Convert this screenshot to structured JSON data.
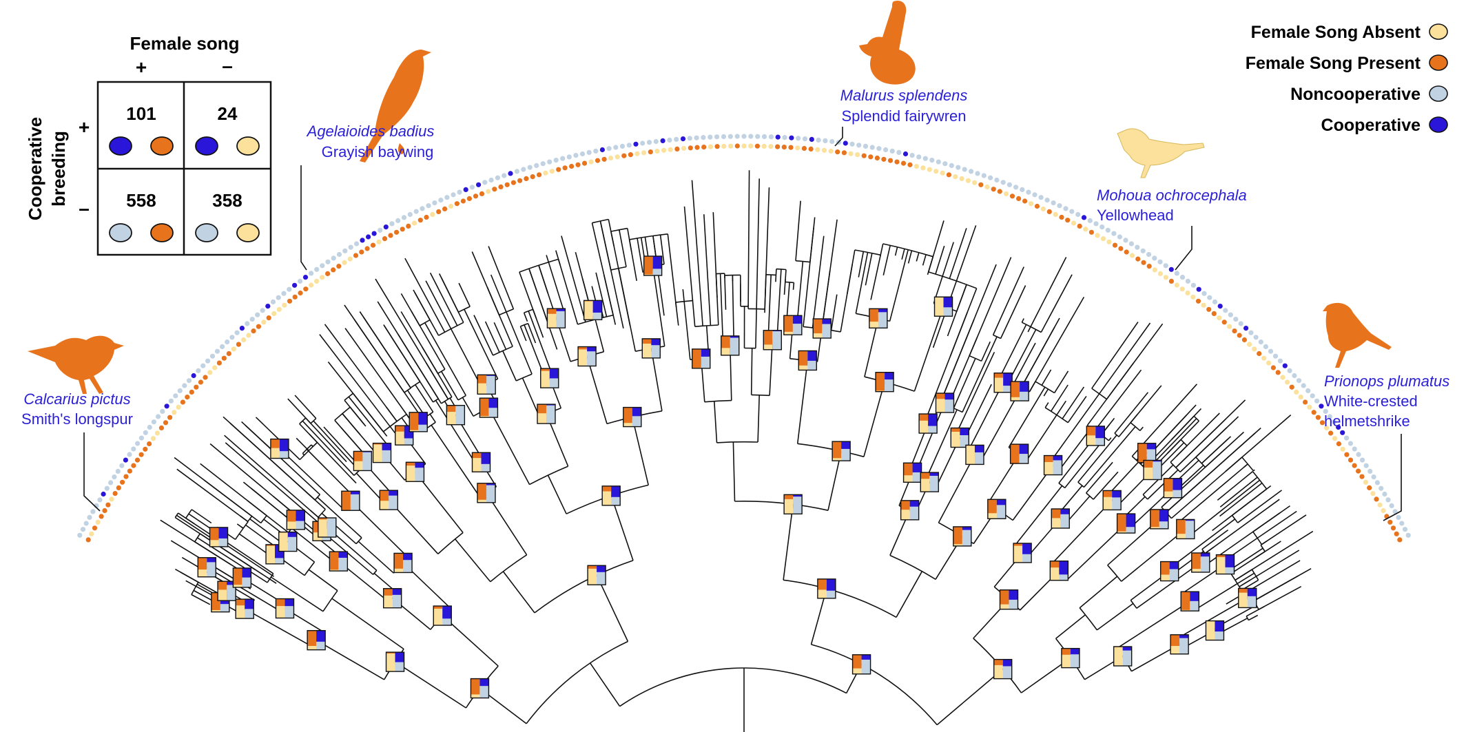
{
  "colors": {
    "absent": "#fbe19b",
    "present": "#e8731d",
    "noncoop": "#c1d2e3",
    "coop": "#2a16d9",
    "species_text": "#2a1fd6",
    "branch": "#111111"
  },
  "table": {
    "header": "Female song",
    "col_plus": "+",
    "col_minus": "–",
    "row_title_line1": "Cooperative",
    "row_title_line2": "breeding",
    "row_plus": "+",
    "row_minus": "–",
    "cells": [
      {
        "count": "101",
        "dots": [
          "coop",
          "present"
        ]
      },
      {
        "count": "24",
        "dots": [
          "coop",
          "absent"
        ]
      },
      {
        "count": "558",
        "dots": [
          "noncoop",
          "present"
        ]
      },
      {
        "count": "358",
        "dots": [
          "noncoop",
          "absent"
        ]
      }
    ]
  },
  "legend": [
    {
      "label": "Female Song Absent",
      "color_key": "absent"
    },
    {
      "label": "Female Song Present",
      "color_key": "present"
    },
    {
      "label": "Noncooperative",
      "color_key": "noncoop"
    },
    {
      "label": "Cooperative",
      "color_key": "coop"
    }
  ],
  "species": [
    {
      "id": "calcarius",
      "scientific": "Calcarius pictus",
      "common": [
        "Smith's longspur"
      ],
      "silhouette": "bird-silhouette-orange-icon",
      "color_key": "present"
    },
    {
      "id": "agelaioides",
      "scientific": "Agelaioides badius",
      "common": [
        "Grayish baywing"
      ],
      "silhouette": "bird-silhouette-orange-icon",
      "color_key": "present"
    },
    {
      "id": "malurus",
      "scientific": "Malurus splendens",
      "common": [
        "Splendid fairywren"
      ],
      "silhouette": "fairywren-silhouette-orange-icon",
      "color_key": "present"
    },
    {
      "id": "mohoua",
      "scientific": "Mohoua ochrocephala",
      "common": [
        "Yellowhead"
      ],
      "silhouette": "bird-silhouette-yellow-icon",
      "color_key": "absent"
    },
    {
      "id": "prionops",
      "scientific": "Prionops plumatus",
      "common": [
        "White-crested",
        "helmetshrike"
      ],
      "silhouette": "bird-silhouette-orange-icon",
      "color_key": "present"
    }
  ]
}
